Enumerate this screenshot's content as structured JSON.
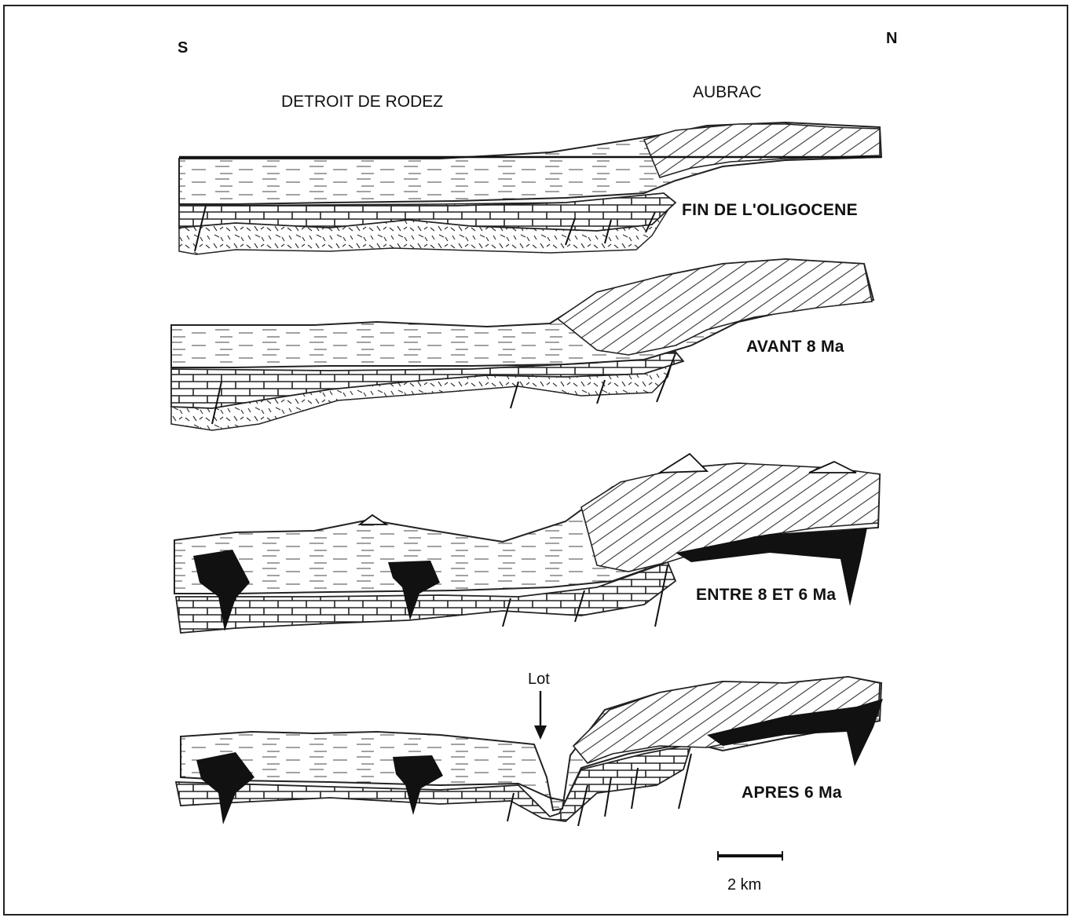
{
  "labels": {
    "south": "S",
    "north": "N",
    "region_south": "DETROIT DE RODEZ",
    "region_north": "AUBRAC"
  },
  "sections": [
    {
      "stage": "FIN DE L'OLIGOCENE"
    },
    {
      "stage": "AVANT 8 Ma"
    },
    {
      "stage": "ENTRE 8 ET 6 Ma"
    },
    {
      "stage": "APRES 6 Ma",
      "river": "Lot"
    }
  ],
  "scale_bar": {
    "label": "2 km"
  }
}
